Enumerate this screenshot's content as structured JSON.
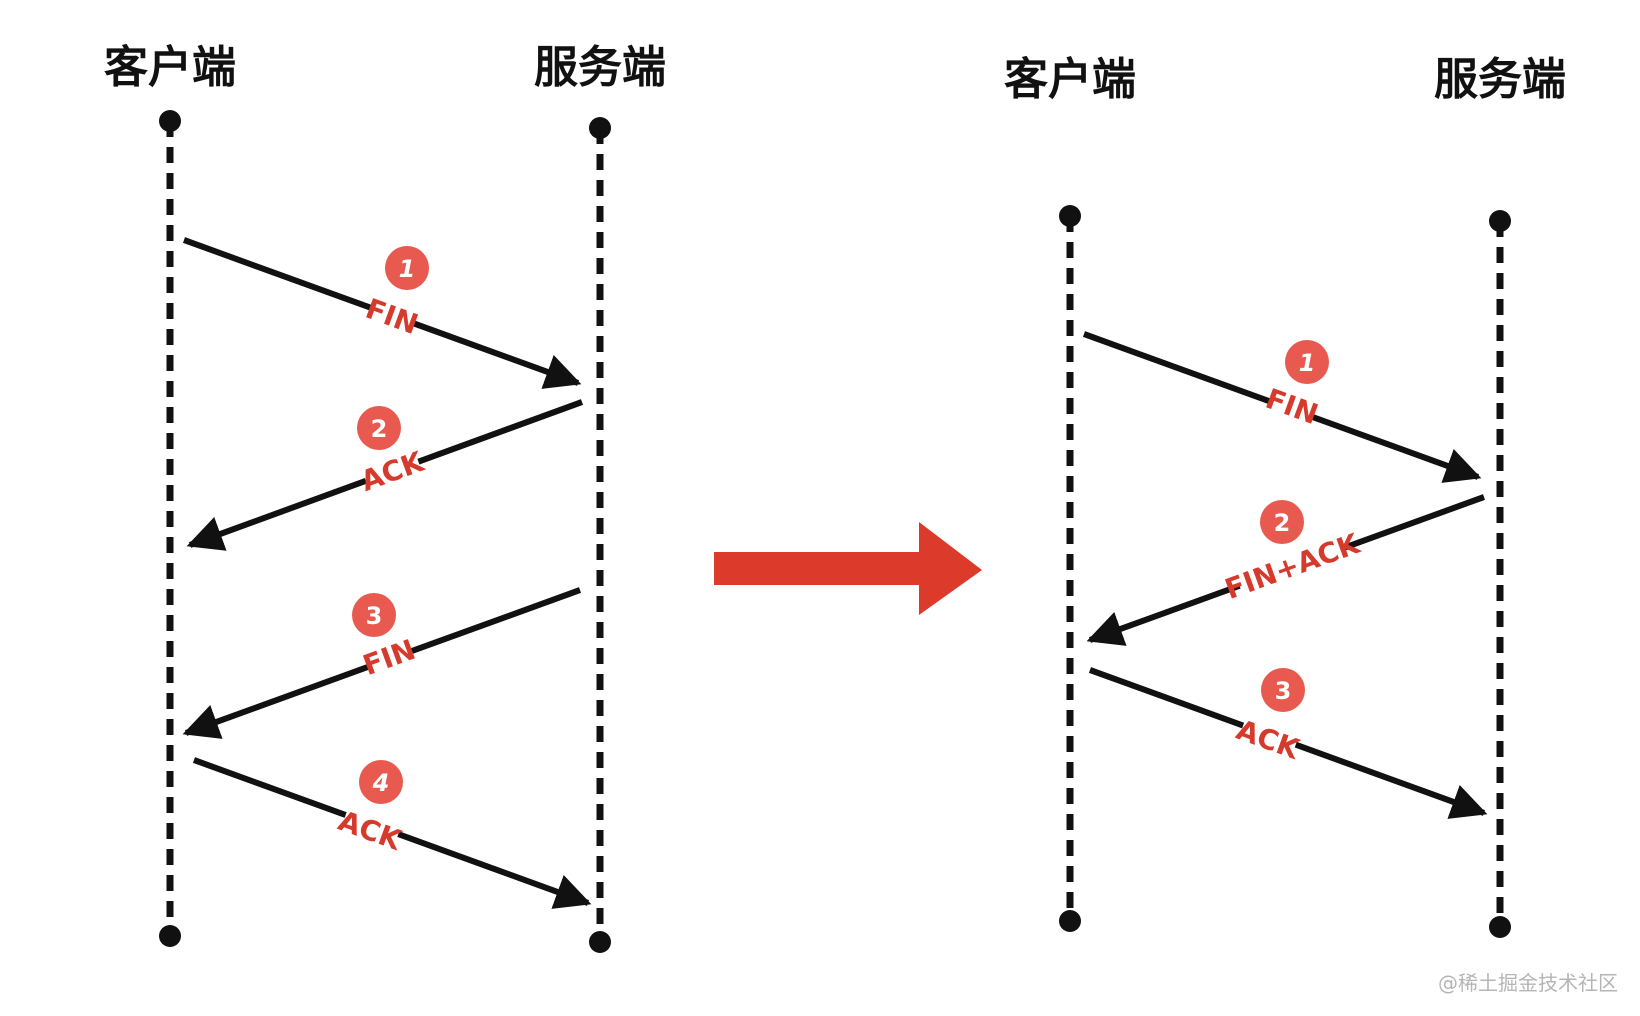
{
  "colors": {
    "ink": "#111111",
    "badge": "#e85a4f",
    "label": "#d63a2c",
    "transition_arrow": "#dc3a2b"
  },
  "panels": [
    {
      "client_label": "客户端",
      "server_label": "服务端",
      "messages": [
        {
          "step": "1",
          "label": "FIN",
          "direction": "client-to-server"
        },
        {
          "step": "2",
          "label": "ACK",
          "direction": "server-to-client"
        },
        {
          "step": "3",
          "label": "FIN",
          "direction": "server-to-client"
        },
        {
          "step": "4",
          "label": "ACK",
          "direction": "client-to-server"
        }
      ]
    },
    {
      "client_label": "客户端",
      "server_label": "服务端",
      "messages": [
        {
          "step": "1",
          "label": "FIN",
          "direction": "client-to-server"
        },
        {
          "step": "2",
          "label": "FIN+ACK",
          "direction": "server-to-client"
        },
        {
          "step": "3",
          "label": "ACK",
          "direction": "client-to-server"
        }
      ]
    }
  ],
  "transition_icon": "right-arrow-icon",
  "watermark": "@稀土掘金技术社区"
}
